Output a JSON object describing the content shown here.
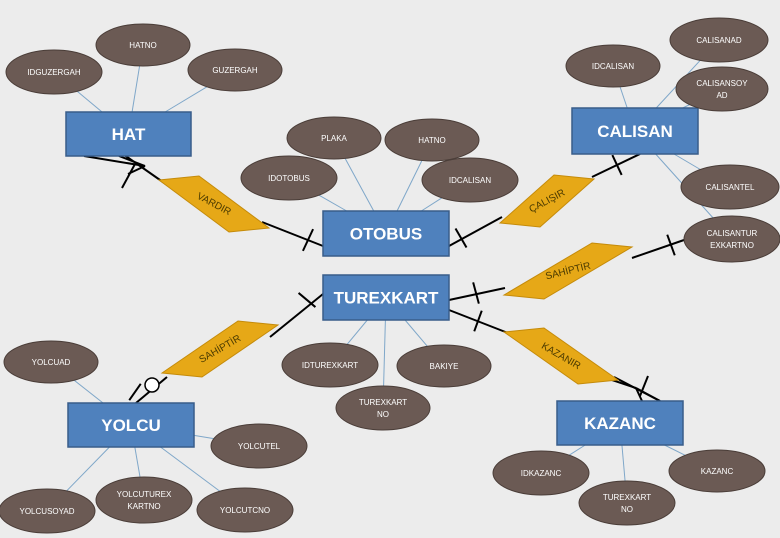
{
  "colors": {
    "entity_fill": "#4f81bd",
    "entity_stroke": "#385d8a",
    "attribute_fill": "#6b5a54",
    "relationship_fill": "#e6a817",
    "attr_connector": "#7fa7c9",
    "line": "#000000"
  },
  "entities": {
    "hat": "HAT",
    "otobus": "OTOBUS",
    "calisan": "CALISAN",
    "turexkart": "TUREXKART",
    "yolcu": "YOLCU",
    "kazanc": "KAZANC"
  },
  "relationships": {
    "vardir": "VARDIR",
    "calisir": "ÇALIŞIR",
    "sahiptir_calisan": "SAHİPTİR",
    "sahiptir_yolcu": "SAHİPTİR",
    "kazanir": "KAZANIR"
  },
  "attributes": {
    "idguzergah": [
      "IDGUZERGAH"
    ],
    "hatno_hat": [
      "HATNO"
    ],
    "guzergah": [
      "GUZERGAH"
    ],
    "plaka": [
      "PLAKA"
    ],
    "hatno_otobus": [
      "HATNO"
    ],
    "idotobus": [
      "IDOTOBUS"
    ],
    "idcalisan_otobus": [
      "IDCALISAN"
    ],
    "idcalisan": [
      "IDCALISAN"
    ],
    "calisanad": [
      "CALISANAD"
    ],
    "calisansoyad": [
      "CALISANSOY",
      "AD"
    ],
    "calisantel": [
      "CALISANTEL"
    ],
    "calisanturexkartno": [
      "CALISANTUR",
      "EXKARTNO"
    ],
    "idturexkart": [
      "IDTUREXKART"
    ],
    "bakiye": [
      "BAKIYE"
    ],
    "turexkartno_tur": [
      "TUREXKART",
      "NO"
    ],
    "yolcuad": [
      "YOLCUAD"
    ],
    "yolcutel": [
      "YOLCUTEL"
    ],
    "yolcusoyad": [
      "YOLCUSOYAD"
    ],
    "yolcuturexkartno": [
      "YOLCUTUREX",
      "KARTNO"
    ],
    "yolcutcno": [
      "YOLCUTCNO"
    ],
    "idkazanc": [
      "IDKAZANC"
    ],
    "kazanc": [
      "KAZANC"
    ],
    "turexkartno_kaz": [
      "TUREXKART",
      "NO"
    ]
  }
}
